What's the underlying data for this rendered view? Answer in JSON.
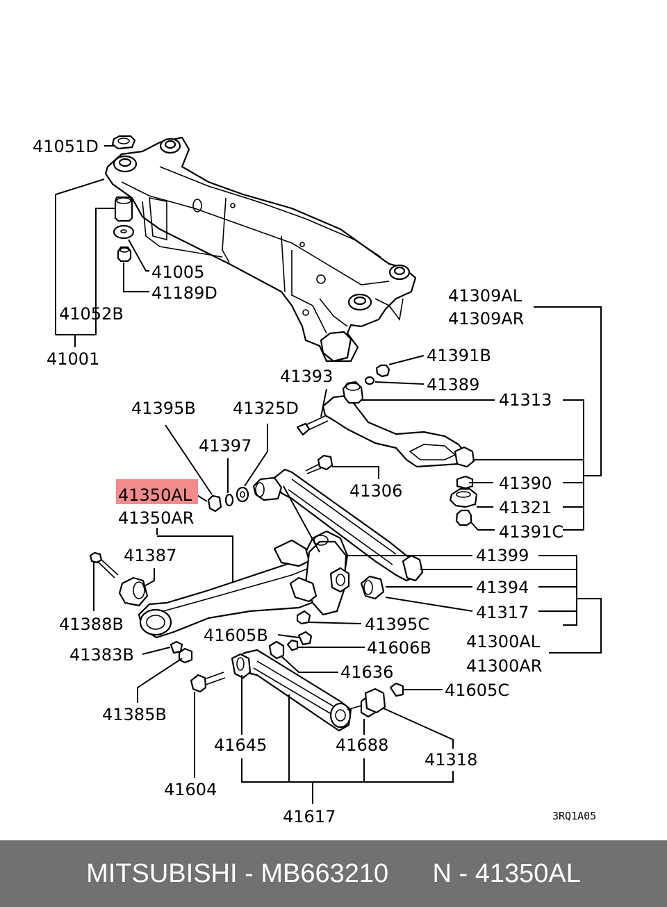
{
  "highlight_color": "#f28c8c",
  "labels": {
    "p41051D": "41051D",
    "p41005": "41005",
    "p41189D": "41189D",
    "p41052B": "41052B",
    "p41001": "41001",
    "p41309AL": "41309AL",
    "p41309AR": "41309AR",
    "p41391B": "41391B",
    "p41393": "41393",
    "p41389": "41389",
    "p41313": "41313",
    "p41395B": "41395B",
    "p41325D": "41325D",
    "p41397": "41397",
    "p41350AL": "41350AL",
    "p41350AR": "41350AR",
    "p41306": "41306",
    "p41390": "41390",
    "p41321": "41321",
    "p41391C": "41391C",
    "p41387": "41387",
    "p41399": "41399",
    "p41394": "41394",
    "p41388B": "41388B",
    "p41317": "41317",
    "p41395C": "41395C",
    "p41605B": "41605B",
    "p41300AL": "41300AL",
    "p41383B": "41383B",
    "p41606B": "41606B",
    "p41300AR": "41300AR",
    "p41636": "41636",
    "p41605C": "41605C",
    "p41385B": "41385B",
    "p41645": "41645",
    "p41688": "41688",
    "p41318": "41318",
    "p41604": "41604",
    "p41617": "41617"
  },
  "diagram_code": "3RQ1A05",
  "footer": {
    "brand": "MITSUBISHI",
    "part_number": "MB663210",
    "ref": "N - 41350AL"
  }
}
